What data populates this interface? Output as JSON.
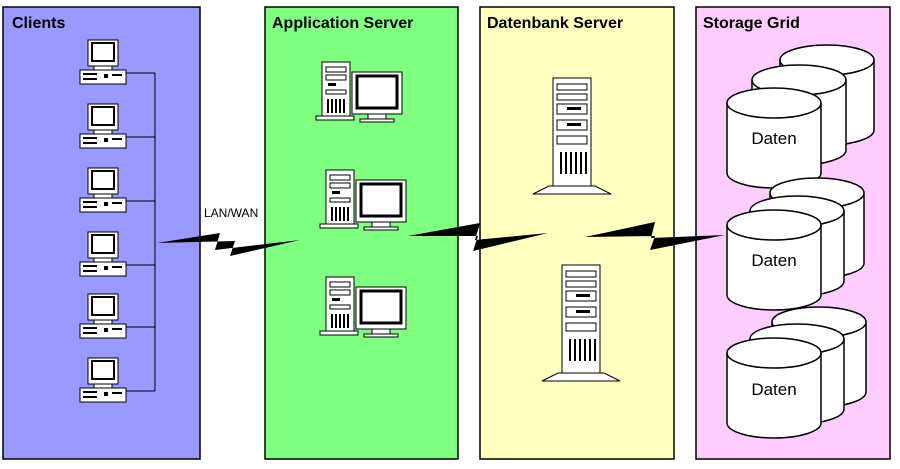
{
  "zones": [
    {
      "id": "clients",
      "title": "Clients",
      "color": "#9999ff"
    },
    {
      "id": "app",
      "title": "Application Server",
      "color": "#80ff80"
    },
    {
      "id": "db",
      "title": "Datenbank Server",
      "color": "#ffffbf"
    },
    {
      "id": "storage",
      "title": "Storage Grid",
      "color": "#ffccff"
    }
  ],
  "links": {
    "lan_label": "LAN/WAN"
  },
  "storage": {
    "disks": [
      {
        "label": "Daten"
      },
      {
        "label": "Daten"
      },
      {
        "label": "Daten"
      }
    ]
  },
  "icons": {
    "client": "desktop-computer-icon",
    "app_server": "tower-workstation-icon",
    "db_server": "tower-server-icon",
    "storage": "disk-cylinder-stack-icon",
    "link": "lightning-link-icon"
  }
}
